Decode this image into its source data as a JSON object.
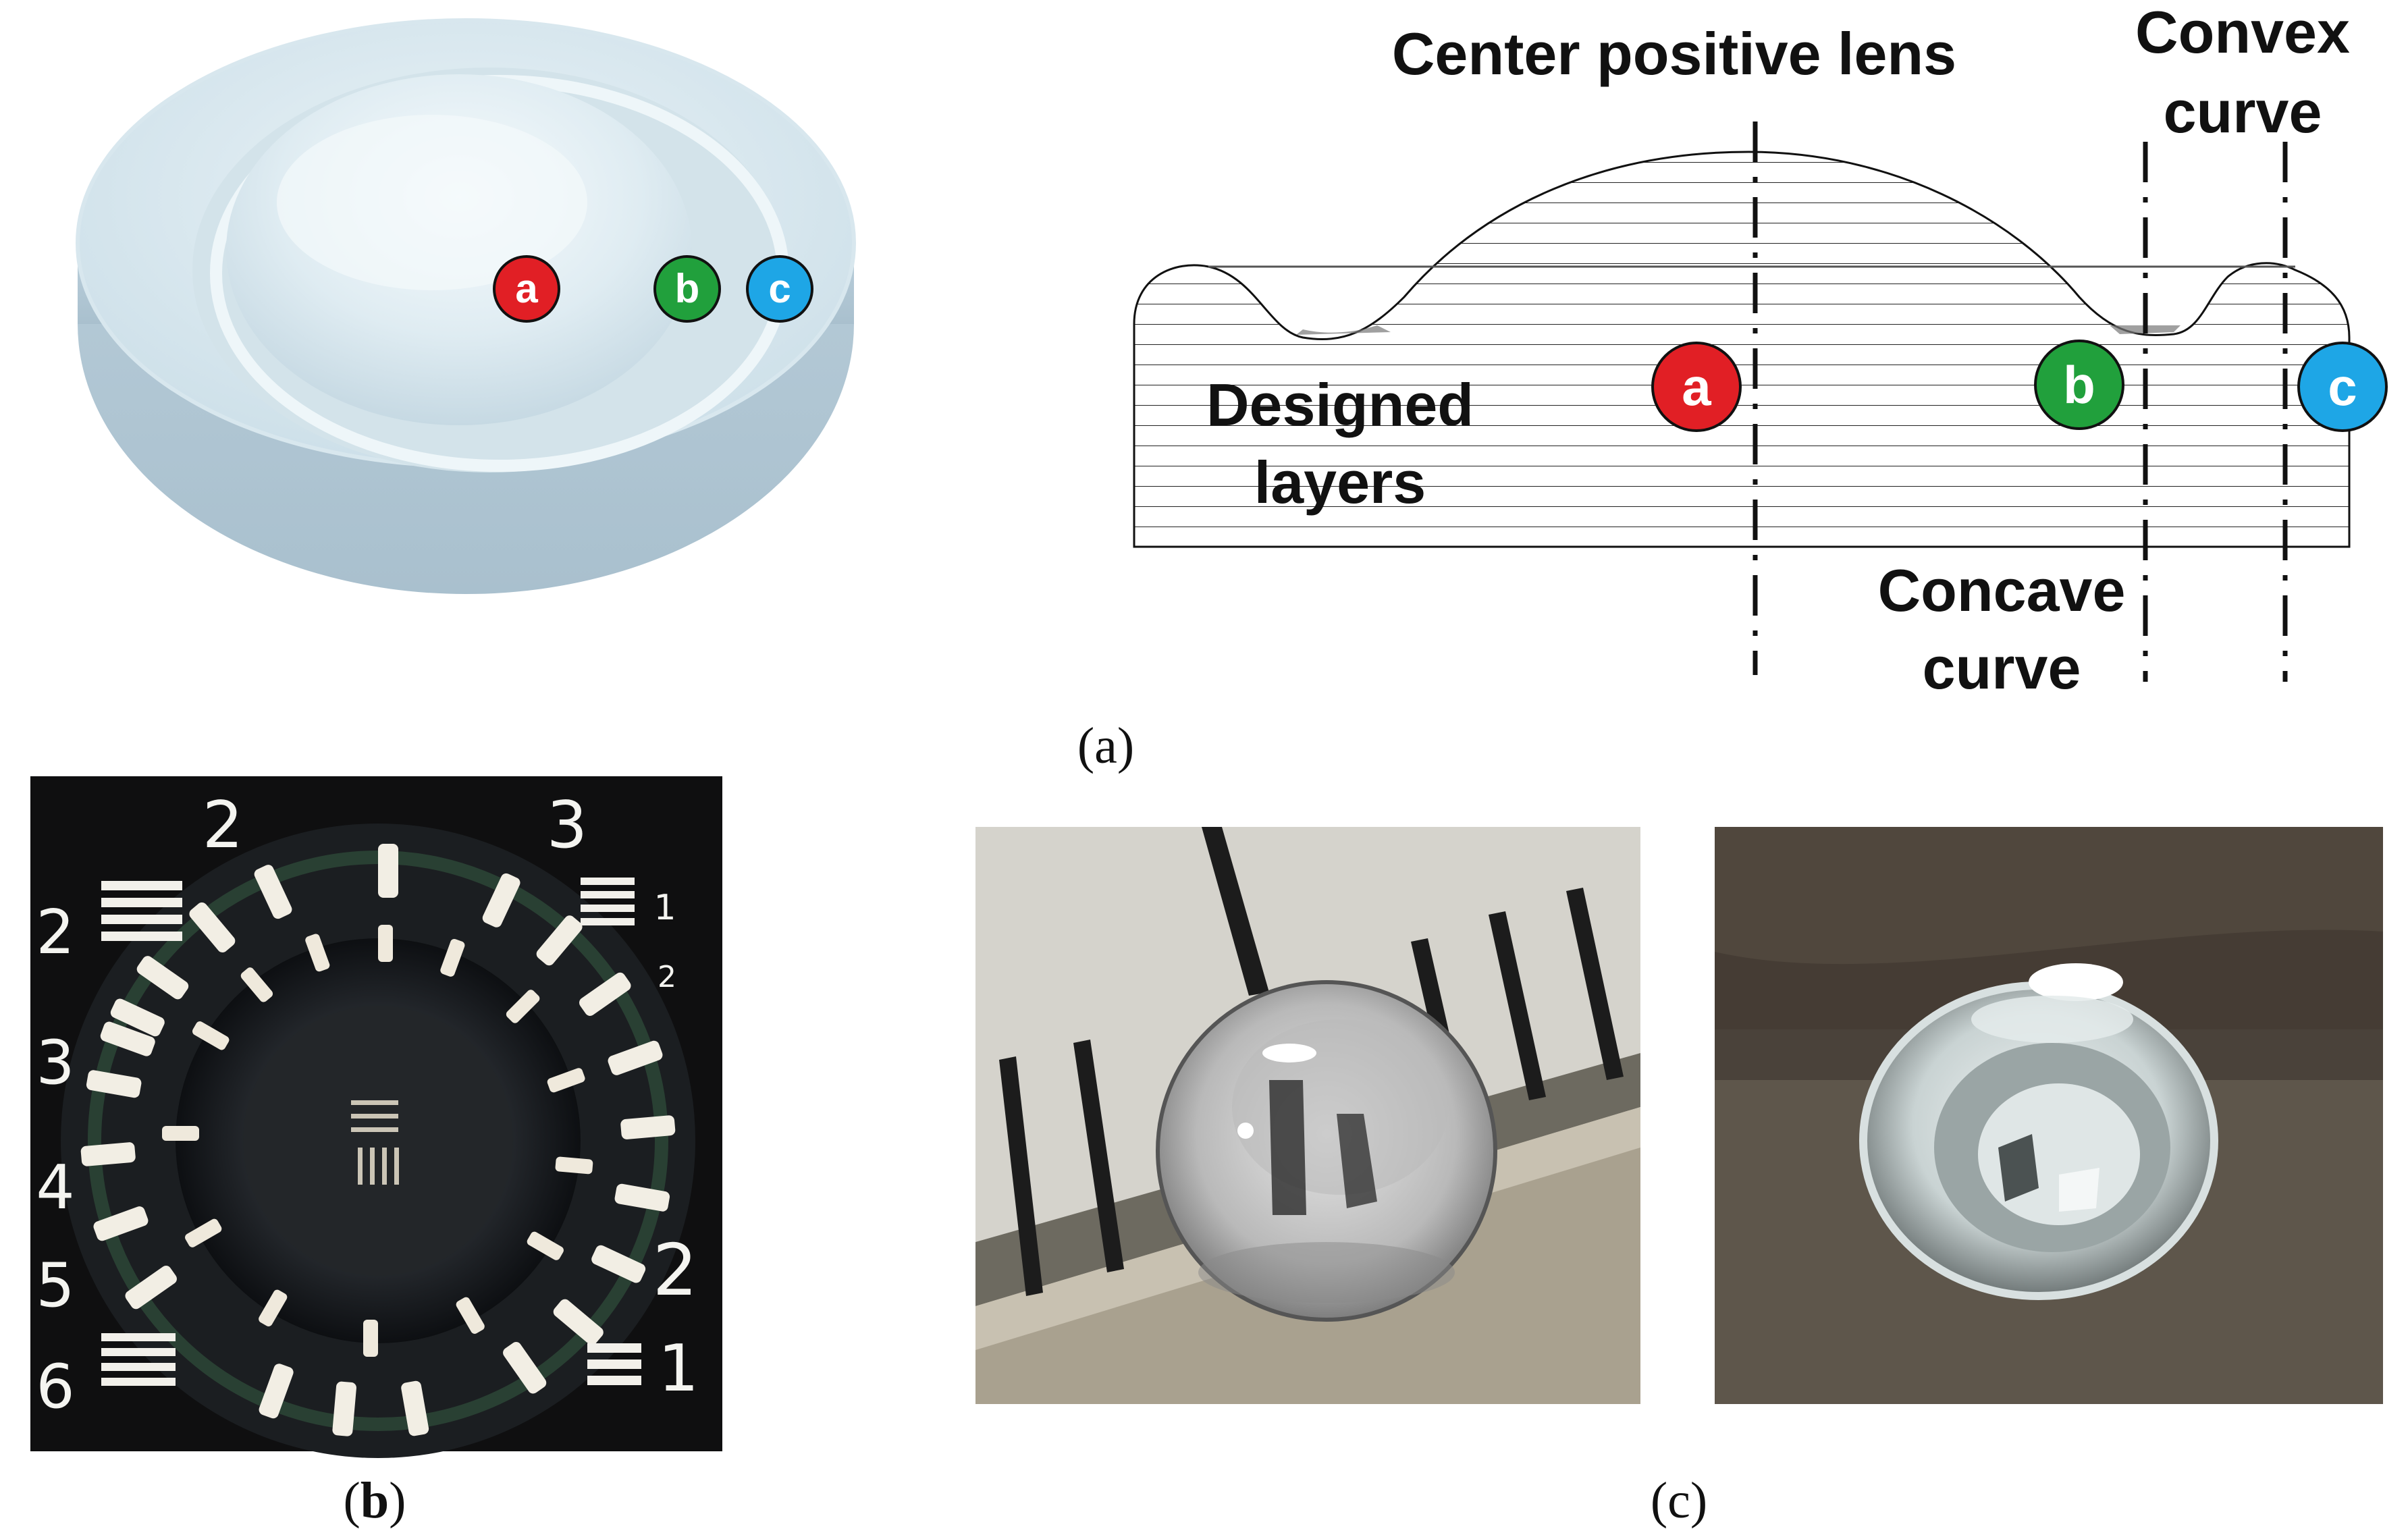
{
  "markers": [
    {
      "letter": "a",
      "color": "#e11f25"
    },
    {
      "letter": "b",
      "color": "#21a03c"
    },
    {
      "letter": "c",
      "color": "#1ea6e6"
    }
  ],
  "labels": {
    "center_lens": "Center positive lens",
    "convex_line1": "Convex",
    "convex_line2": "curve",
    "designed_line1": "Designed",
    "designed_line2": "layers",
    "concave_line1": "Concave",
    "concave_line2": "curve"
  },
  "captions": {
    "a_open": "(",
    "a_letter": "a",
    "a_close": ")",
    "b_open": "(",
    "b_letter": "b",
    "b_close": ")",
    "c_open": "(",
    "c_letter": "c",
    "c_close": ")"
  },
  "target_numbers": {
    "top_left": "2",
    "top_right": "3",
    "left": [
      "2",
      "3",
      "4",
      "5",
      "6"
    ],
    "right_small_1": "1",
    "right_small_2": "2",
    "right_large_2": "2",
    "right_large_1": "1"
  }
}
